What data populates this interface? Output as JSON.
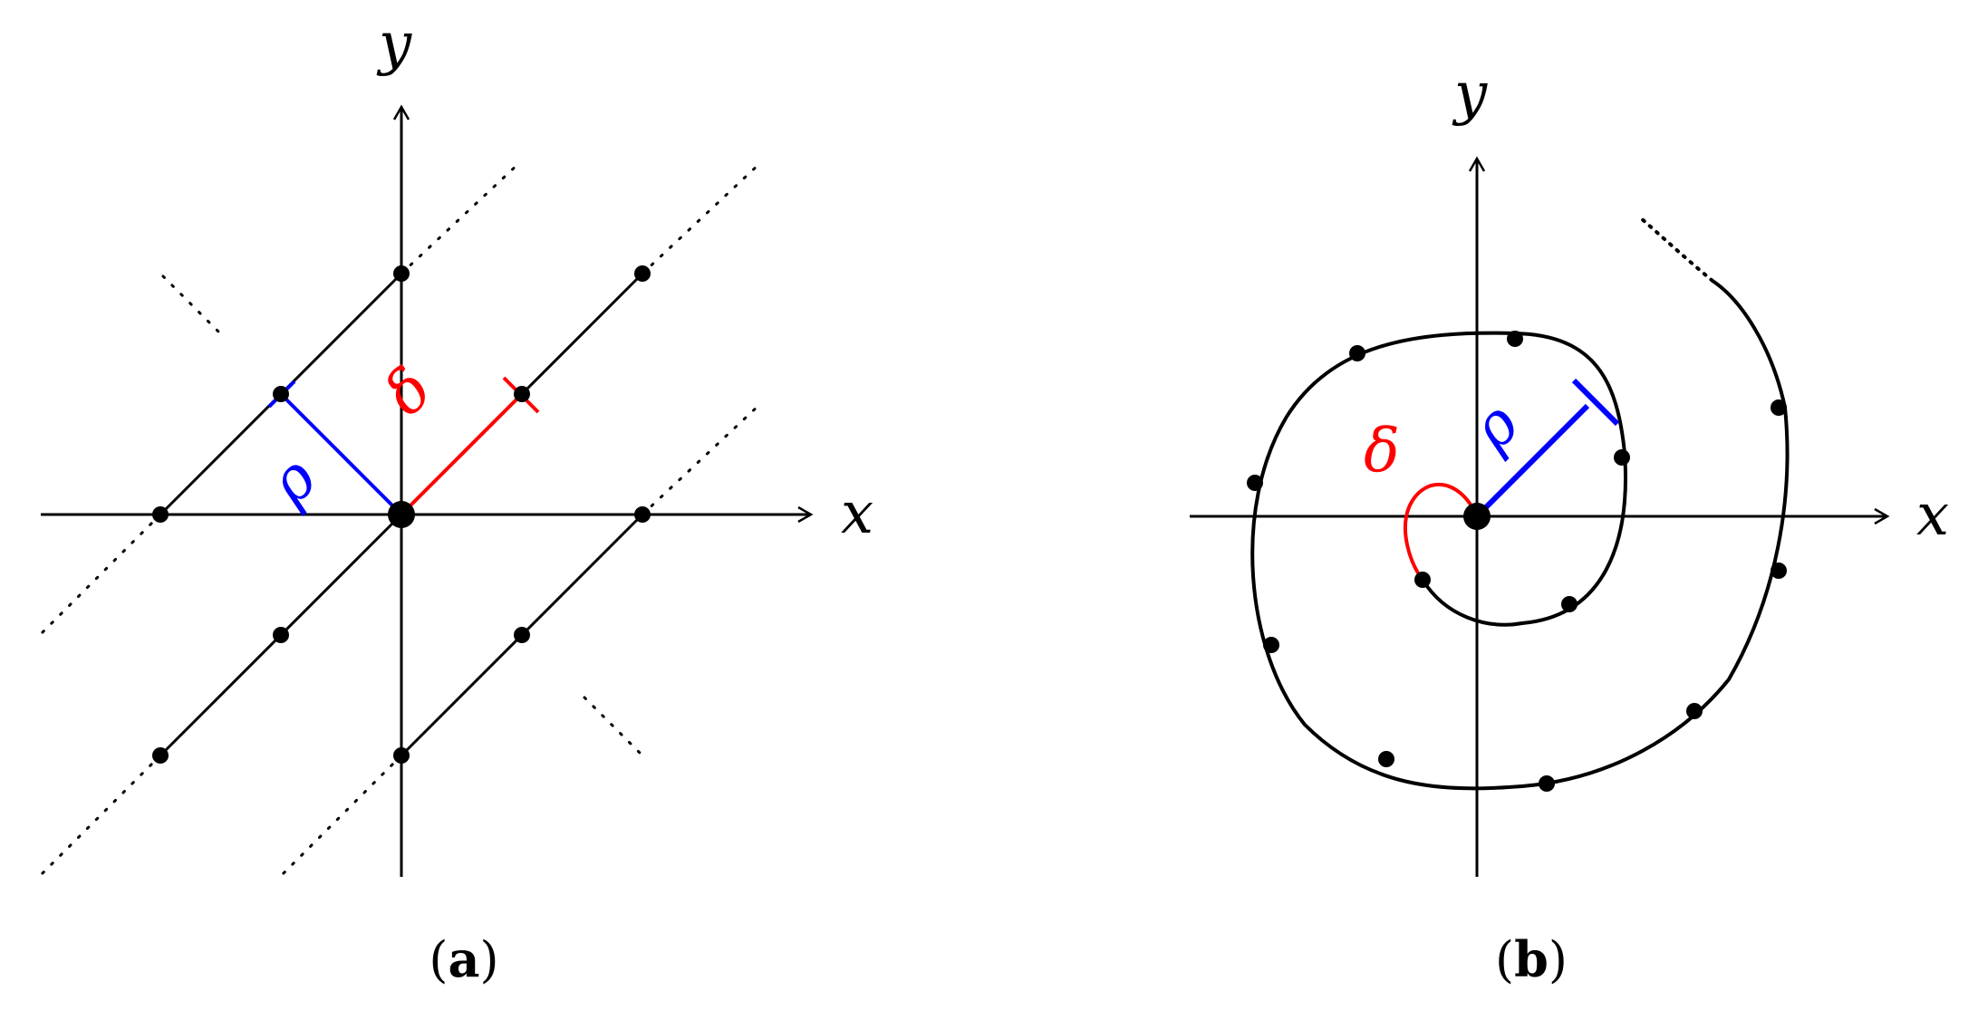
{
  "colors": {
    "ink": "#000000",
    "rho": "#0000ff",
    "delta": "#ff0000"
  },
  "panel_a": {
    "caption_open": "(",
    "caption_letter": "a",
    "caption_close": ")",
    "x_label": "x",
    "y_label": "y",
    "rho_label": "ρ",
    "delta_label": "δ"
  },
  "panel_b": {
    "caption_open": "(",
    "caption_letter": "b",
    "caption_close": ")",
    "x_label": "x",
    "y_label": "y",
    "rho_label": "ρ",
    "delta_label": "δ"
  }
}
